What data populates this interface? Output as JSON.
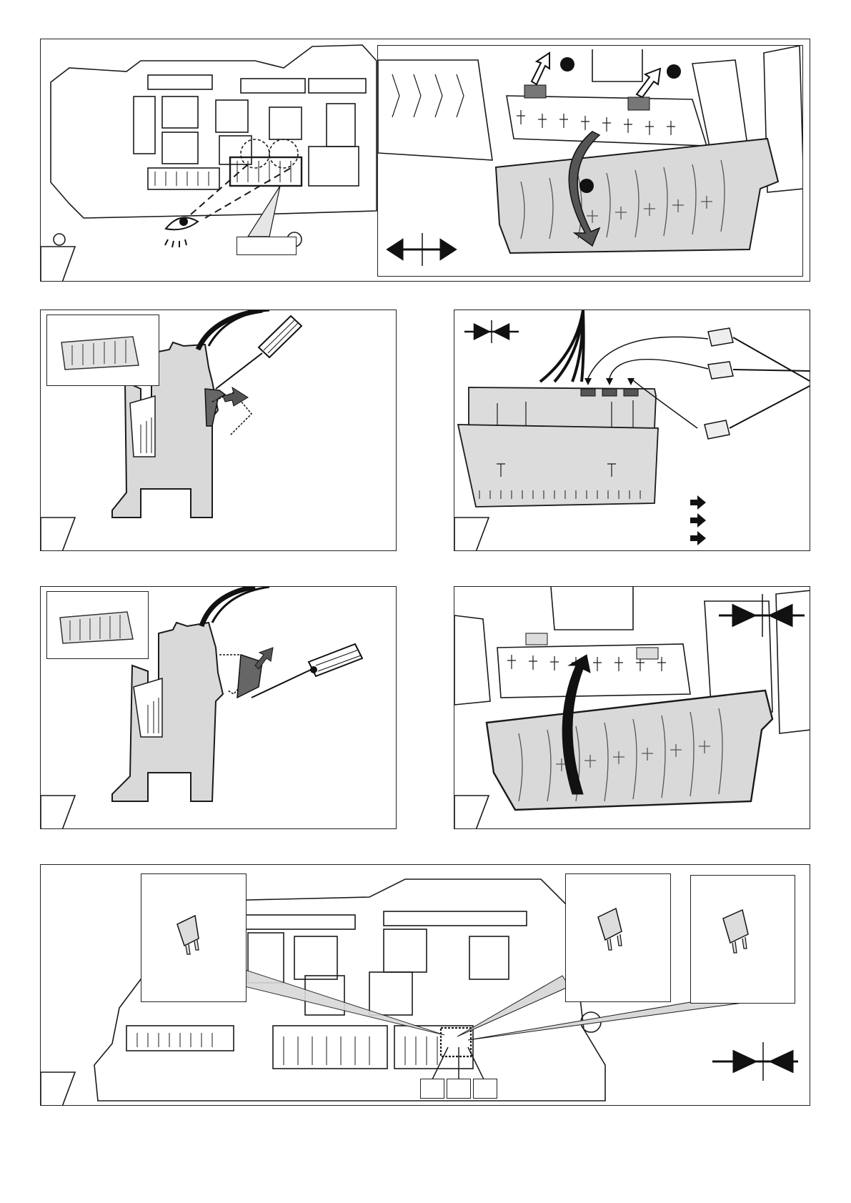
{
  "page": {
    "background": "#ffffff",
    "line_color": "#1a1a1a",
    "fill_gray": "#d9d9d9"
  },
  "panels": [
    {
      "id": "fuse-box-overview",
      "icons": [
        "fuse-box-icon",
        "eye-icon",
        "magnifier-circle-icon"
      ]
    },
    {
      "id": "cover-removal",
      "icons": [
        "release-arrow-icon",
        "swing-arrow-icon",
        "disconnect-arrows-icon"
      ],
      "numbered_dots": 3
    },
    {
      "id": "release-latch-step",
      "icons": [
        "screwdriver-icon",
        "connector-thumbnail-icon"
      ]
    },
    {
      "id": "connector-wiring-step",
      "icons": [
        "connect-arrows-icon",
        "terminal-icon"
      ],
      "legend_arrows": 3
    },
    {
      "id": "press-latch-step",
      "icons": [
        "screwdriver-icon",
        "connector-thumbnail-icon"
      ]
    },
    {
      "id": "cover-refit",
      "icons": [
        "swing-arrow-icon",
        "connect-arrows-icon"
      ]
    },
    {
      "id": "fuse-locations",
      "icons": [
        "fuse-icon",
        "fuse-icon",
        "fuse-icon",
        "connect-arrows-icon"
      ],
      "fuse_label_boxes": 3
    }
  ]
}
